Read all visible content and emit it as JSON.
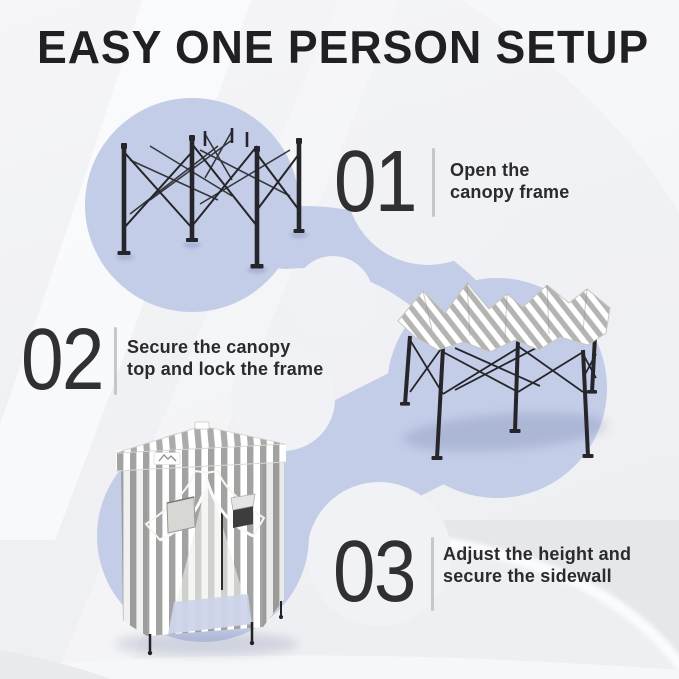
{
  "title": "EASY ONE PERSON SETUP",
  "steps": [
    {
      "number": "01",
      "line1": "Open the",
      "line2": "canopy frame",
      "illustration": "folded-canopy-frame"
    },
    {
      "number": "02",
      "line1": "Secure the canopy",
      "line2": "top and lock the frame",
      "illustration": "canopy-top-draped-on-frame"
    },
    {
      "number": "03",
      "line1": "Adjust the height and",
      "line2": "secure the sidewall",
      "illustration": "assembled-striped-cabana-tent"
    }
  ],
  "colors": {
    "accent_blue": "#c4cde8",
    "background": "#f1f1f4",
    "title_text": "#202023",
    "step_text": "#2b2b2e",
    "number_text": "#303034",
    "divider_gray": "#c7c7cb",
    "frame_black": "#26262a",
    "canopy_stripe_gray": "#b4b4b2",
    "tent_stripe_gray": "#a2a2a0"
  }
}
